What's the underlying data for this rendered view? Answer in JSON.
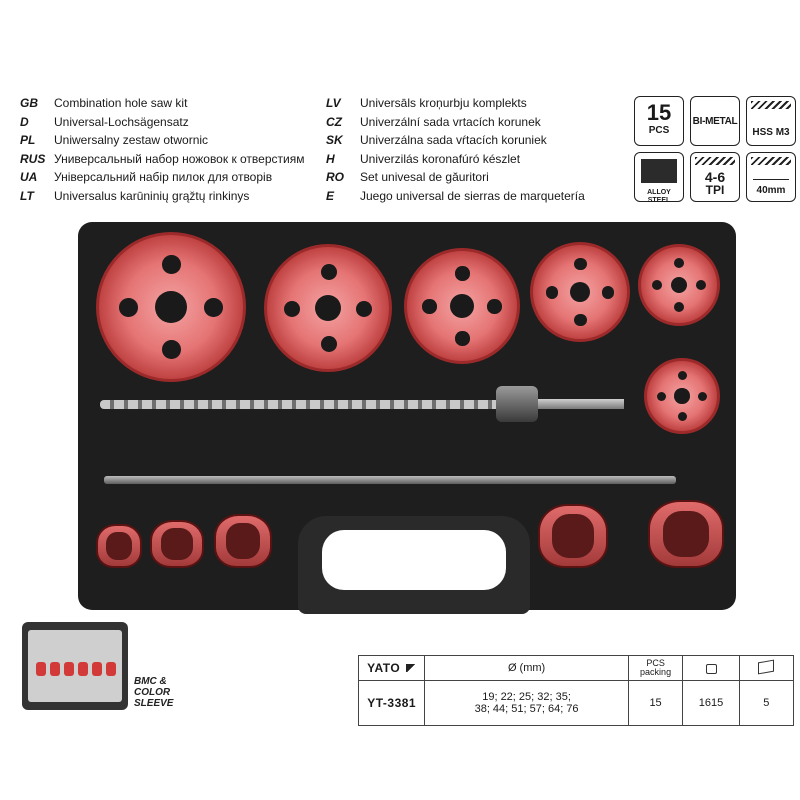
{
  "languages_left": [
    {
      "code": "GB",
      "text": "Combination hole saw kit"
    },
    {
      "code": "D",
      "text": "Universal-Lochsägensatz"
    },
    {
      "code": "PL",
      "text": "Uniwersalny zestaw otwornic"
    },
    {
      "code": "RUS",
      "text": "Универсальный набор ножовок к отверстиям"
    },
    {
      "code": "UA",
      "text": "Універсальний набір пилок для отворів"
    },
    {
      "code": "LT",
      "text": "Universalus karūninių grąžtų rinkinys"
    }
  ],
  "languages_right": [
    {
      "code": "LV",
      "text": "Universāls kroņurbju komplekts"
    },
    {
      "code": "CZ",
      "text": "Univerzální sada vrtacích korunek"
    },
    {
      "code": "SK",
      "text": "Univerzálna sada vŕtacích koruniek"
    },
    {
      "code": "H",
      "text": "Univerzilás koronafúró készlet"
    },
    {
      "code": "RO",
      "text": "Set univesal de găuritori"
    },
    {
      "code": "E",
      "text": "Juego universal de sierras de marquetería"
    }
  ],
  "badges": {
    "pcs_number": "15",
    "pcs_label": "PCS",
    "bimetal": "BI-METAL",
    "hss": "HSS M3",
    "alloy": "ALLOY STEEL",
    "tpi_range": "4-6",
    "tpi_label": "TPI",
    "depth": "40mm"
  },
  "bmc_label": "BMC & COLOR SLEEVE",
  "spec_table": {
    "brand": "YATO",
    "diameter_header": "Ø (mm)",
    "pcs_header": "PCS",
    "packing_header": "packing",
    "model": "YT-3381",
    "diameters_line1": "19; 22; 25; 32; 35;",
    "diameters_line2": "38; 44; 51; 57; 64; 76",
    "pcs": "15",
    "code": "1615",
    "qty": "5"
  },
  "colors": {
    "case": "#1e1e1e",
    "saw_red": "#e57474",
    "saw_dark": "#9c2a2a"
  }
}
